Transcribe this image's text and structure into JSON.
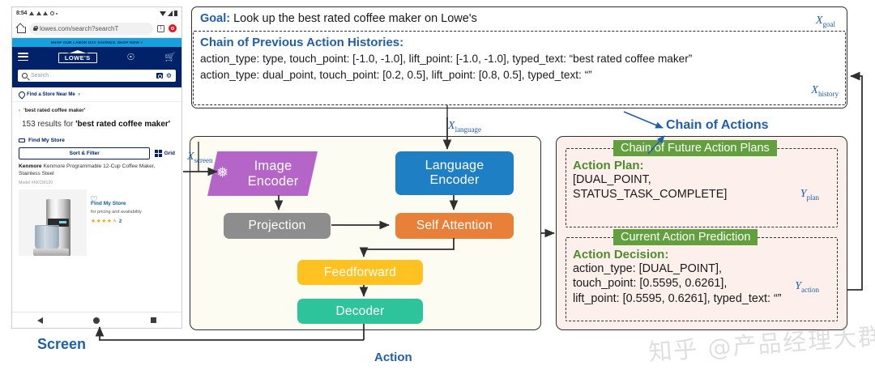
{
  "phone": {
    "status": {
      "time": "8:54",
      "icons": [
        "warning-triangle",
        "warning-triangle",
        "warning-triangle",
        "settings-gear",
        "dot",
        "wifi",
        "signal",
        "battery"
      ]
    },
    "url": "lowes.com/search?searchT",
    "tab_count": "1",
    "promo_banner": "SHOP OUR LABOR DAY SAVINGS. SHOP NOW >",
    "brand": "LOWE'S",
    "search_placeholder": "Search",
    "store_locator": "Find a Store Near Me",
    "breadcrumb": "'best rated coffee maker'",
    "results_count": "153",
    "results_prefix": "153 results for ",
    "results_query": "'best rated coffee maker'",
    "find_my_store": "Find My Store",
    "sort_filter": "Sort & Filter",
    "grid": "Grid",
    "product": {
      "brand": "Kenmore",
      "title": "Kenmore Programmable 12-Cup Coffee Maker, Stainless Steel",
      "model": "Model #KKCM120",
      "find_my_store": "Find My Store",
      "availability": "for pricing and availability",
      "stars": "★★★★",
      "half_star": "★",
      "review_count": "2"
    }
  },
  "goal": {
    "label": "Goal:",
    "text": " Look up the best rated coffee maker on Lowe's",
    "var": "X",
    "var_sub": "goal"
  },
  "history": {
    "title": "Chain of Previous Action Histories:",
    "lines": [
      "action_type: type, touch_point: [-1.0, -1.0], lift_point: [-1.0, -1.0], typed_text: “best rated coffee maker”",
      "action_type: dual_point, touch_point: [0.2, 0.5],  lift_point: [0.8, 0.5], typed_text: “”"
    ],
    "var": "X",
    "var_sub": "history"
  },
  "model": {
    "nodes": [
      {
        "id": "image-encoder",
        "label": "Image\nEncoder",
        "color": "#b565c8",
        "frozen": true,
        "icon": "snowflake-icon"
      },
      {
        "id": "language-encoder",
        "label": "Language\nEncoder",
        "color": "#1f7fc4",
        "frozen": false
      },
      {
        "id": "projection",
        "label": "Projection",
        "color": "#8d8d8d",
        "frozen": false
      },
      {
        "id": "self-attention",
        "label": "Self Attention",
        "color": "#e8803a",
        "frozen": false
      },
      {
        "id": "feedforward",
        "label": "Feedforward",
        "color": "#ffc220",
        "frozen": false
      },
      {
        "id": "decoder",
        "label": "Decoder",
        "color": "#2ec49b",
        "frozen": false
      }
    ],
    "node_labels": {
      "image_encoder_l1": "Image",
      "image_encoder_l2": "Encoder",
      "language_encoder_l1": "Language",
      "language_encoder_l2": "Encoder",
      "projection": "Projection",
      "self_attention": "Self Attention",
      "feedforward": "Feedforward",
      "decoder": "Decoder"
    },
    "snowflake_glyph": "❅"
  },
  "actions": {
    "chain_label": "Chain of Actions",
    "plan": {
      "tag": "Chain of Future Action Plans",
      "head": "Action Plan:",
      "lines": [
        "[DUAL_POINT,",
        "STATUS_TASK_COMPLETE]"
      ],
      "var": "Y",
      "var_sub": "plan"
    },
    "current": {
      "tag": "Current Action Prediction",
      "head": "Action Decision:",
      "lines": [
        "action_type: [DUAL_POINT],",
        "touch_point: [0.5595, 0.6261],",
        "lift_point: [0.5595, 0.6261], typed_text: “”"
      ],
      "var": "Y",
      "var_sub": "action"
    }
  },
  "labels": {
    "screen": "Screen",
    "action": "Action",
    "x_screen": "X",
    "x_screen_sub": "screen",
    "x_language": "X",
    "x_language_sub": "language"
  },
  "watermark": "知乎 @产品经理大群",
  "colors": {
    "accent_blue": "#1f5fa8",
    "lowes_navy": "#012169",
    "promo_blue": "#18a0de",
    "green_tag": "#62a03e",
    "model_bg": "#fdfcf3",
    "action_bg": "#fdf0ec"
  }
}
